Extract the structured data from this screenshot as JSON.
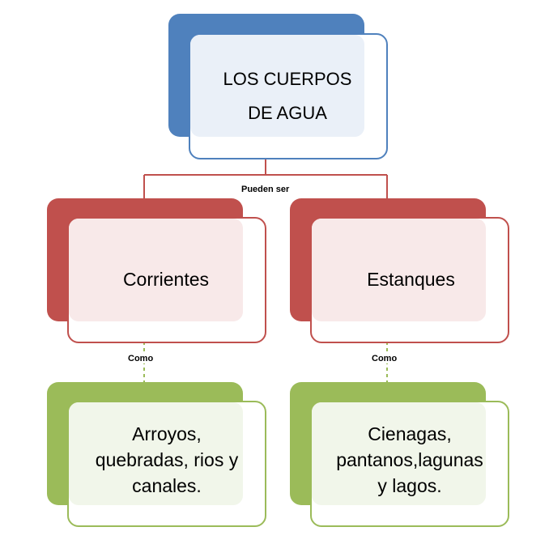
{
  "diagram": {
    "root": {
      "text": "LOS CUERPOS\nDE AGUA"
    },
    "root_connector_label": "Pueden ser",
    "children": [
      {
        "text": "Corrientes",
        "connector_label": "Como",
        "leaf": "Arroyos,\nquebradas,  rios y\ncanales."
      },
      {
        "text": "Estanques",
        "connector_label": "Como",
        "leaf": "Cienagas,\npantanos,lagunas\ny lagos."
      }
    ]
  },
  "colors": {
    "blue_back": "#4f81bd",
    "blue_border": "#4f81bd",
    "blue_fill": "#eaf0f8",
    "red_back": "#c0504d",
    "red_border": "#c0504d",
    "red_fill": "#f8e9e9",
    "green_back": "#9bbb59",
    "green_border": "#9bbb59",
    "green_fill": "#f1f6ea"
  }
}
